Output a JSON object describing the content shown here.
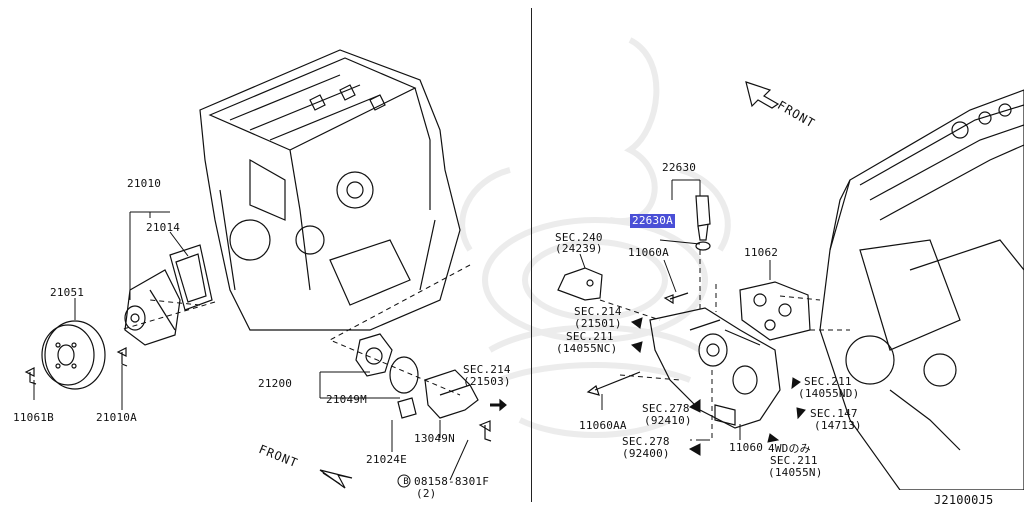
{
  "diagram": {
    "ref_code": "J21000J5",
    "left_labels": {
      "p21010": "21010",
      "p21014": "21014",
      "p21051": "21051",
      "p11061b": "11061B",
      "p21010a": "21010A",
      "p21200": "21200",
      "p21049m": "21049M",
      "p21024e": "21024E",
      "p13049n": "13049N",
      "sec214a": "SEC.214",
      "sec214a_sub": "(21503)",
      "bolt_code": "08158-8301F",
      "bolt_qty": "(2)",
      "bolt_marker": "B",
      "front": "FRONT"
    },
    "right_labels": {
      "p22630": "22630",
      "p22630a": "22630A",
      "sec240": "SEC.240",
      "sec240_sub": "(24239)",
      "p11060a": "11060A",
      "p11062": "11062",
      "sec214b": "SEC.214",
      "sec214b_sub": "(21501)",
      "sec211a": "SEC.211",
      "sec211a_sub": "(14055NC)",
      "p11060aa": "11060AA",
      "sec278a": "SEC.278",
      "sec278a_sub": "(92410)",
      "sec278b": "SEC.278",
      "sec278b_sub": "(92400)",
      "p11060": "11060",
      "sec211b": "SEC.211",
      "sec211b_sub": "(14055ND)",
      "sec147": "SEC.147",
      "sec147_sub": "(14713)",
      "wd4": "4WDのみ",
      "sec211c": "SEC.211",
      "sec211c_sub": "(14055N)",
      "front": "FRONT"
    },
    "colors": {
      "line": "#111111",
      "highlight": "#4a4fd6",
      "watermark": "#e8e8e8"
    }
  }
}
